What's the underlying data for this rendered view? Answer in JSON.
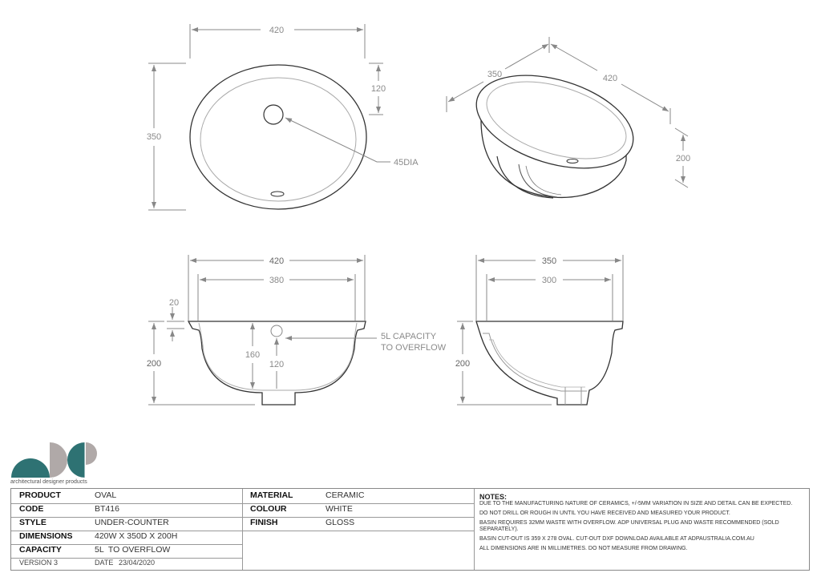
{
  "top_view": {
    "width": "420",
    "depth": "350",
    "waste_offset": "120",
    "waste_dia": "45DIA"
  },
  "iso_view": {
    "depth": "350",
    "width": "420",
    "height": "200"
  },
  "front_view": {
    "width": "420",
    "inner_width": "380",
    "rim": "20",
    "height": "200",
    "inner_depth": "160",
    "overflow_height": "120",
    "capacity_line1": "5L CAPACITY",
    "capacity_line2": "TO OVERFLOW"
  },
  "side_view": {
    "depth": "350",
    "inner_depth": "300",
    "height": "200"
  },
  "brand": {
    "tagline": "architectural designer products",
    "logo_text": "adp",
    "colors": {
      "teal": "#2e7273",
      "grey": "#b0a9a8"
    }
  },
  "spec": {
    "rows": [
      {
        "label": "PRODUCT",
        "value": "OVAL"
      },
      {
        "label": "CODE",
        "value": "BT416"
      },
      {
        "label": "STYLE",
        "value": "UNDER-COUNTER"
      },
      {
        "label": "DIMENSIONS",
        "value": "420W X 350D X 200H"
      },
      {
        "label": "CAPACITY",
        "value": "5L  TO OVERFLOW"
      }
    ],
    "version": "VERSION 3",
    "date_label": "DATE",
    "date": "23/04/2020",
    "middle": [
      {
        "label": "MATERIAL",
        "value": "CERAMIC"
      },
      {
        "label": "COLOUR",
        "value": "WHITE"
      },
      {
        "label": "FINISH",
        "value": "GLOSS"
      }
    ]
  },
  "notes": {
    "title": "NOTES:",
    "items": [
      "DUE TO THE MANUFACTURING NATURE OF CERAMICS, +/-5MM VARIATION IN SIZE AND DETAIL CAN BE EXPECTED.",
      "DO NOT DRILL OR ROUGH IN UNTIL YOU HAVE RECEIVED AND MEASURED YOUR PRODUCT.",
      "BASIN REQUIRES 32MM WASTE WITH OVERFLOW. ADP UNIVERSAL PLUG AND WASTE RECOMMENDED (SOLD SEPARATELY).",
      "BASIN CUT-OUT IS 359 X 278 OVAL. CUT-OUT DXF DOWNLOAD AVAILABLE AT ADPAUSTRALIA.COM.AU",
      "ALL DIMENSIONS ARE IN MILLIMETRES. DO NOT MEASURE FROM DRAWING."
    ]
  }
}
